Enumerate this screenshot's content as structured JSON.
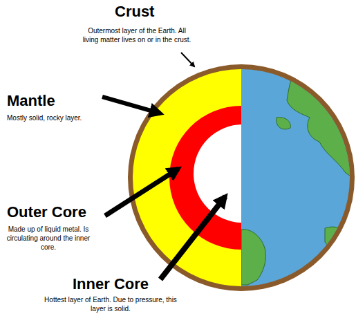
{
  "diagram": {
    "labels": [
      "Crust",
      "Outermost layer of the Earth. All living matter lives on or in the crust.",
      "Mantle",
      "Mostly solid, rocky layer.",
      "Outer Core",
      "Made up of liquid metal. Is circulating around the inner core.",
      "Inner Core",
      "Hottest layer of Earth. Due to pressure, this layer is solid."
    ]
  }
}
